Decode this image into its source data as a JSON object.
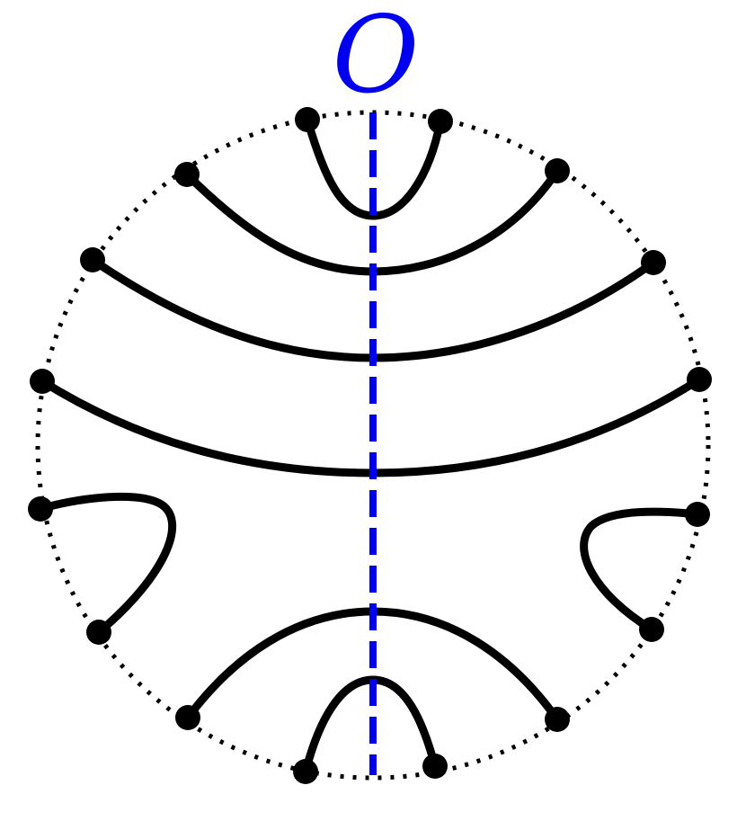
{
  "axis": {
    "label": "O",
    "color": "#0000ee"
  },
  "colors": {
    "strand": "#000000",
    "circle": "#000000",
    "background": "#ffffff"
  },
  "boundary_points": [
    "top-left-1",
    "top-right-1",
    "upper-left-2",
    "upper-right-2",
    "left-3",
    "right-3",
    "left-4",
    "right-4",
    "left-5a",
    "left-5b",
    "right-5a",
    "right-5b",
    "bottom-left-6",
    "bottom-right-6",
    "bottom-left-7",
    "bottom-right-7"
  ]
}
